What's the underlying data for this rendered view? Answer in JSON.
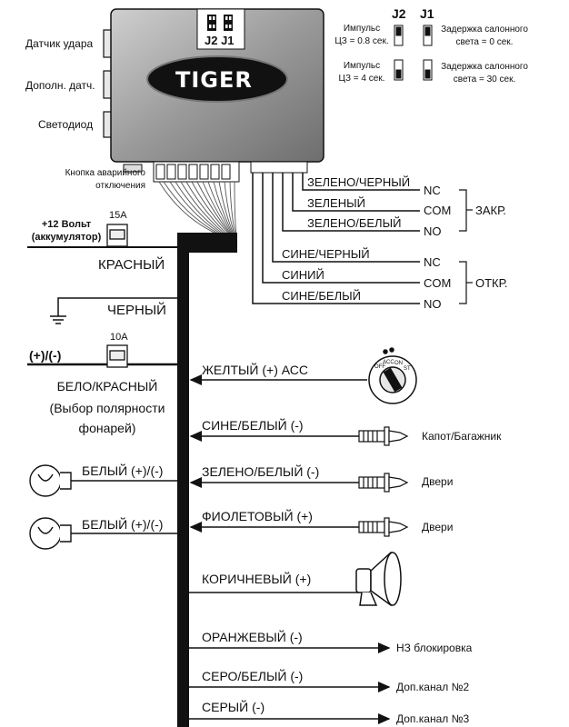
{
  "module": {
    "logo": "TIGER",
    "jumpers_label": "J2 J1",
    "left_ports": [
      "Датчик удара",
      "Дополн. датч.",
      "Светодиод"
    ],
    "emergency_button": [
      "Кнопка аварийного",
      "отключения"
    ]
  },
  "jumper_settings": {
    "header_j2": "J2",
    "header_j1": "J1",
    "pulse_08": [
      "Импульс",
      "ЦЗ = 0.8 сек."
    ],
    "pulse_4": [
      "Импульс",
      "ЦЗ = 4 сек."
    ],
    "delay_0": [
      "Задержка салонного",
      "света = 0 сек."
    ],
    "delay_30": [
      "Задержка салонного",
      "света = 30 сек."
    ]
  },
  "relay_lock": {
    "wires": [
      "ЗЕЛЕНО/ЧЕРНЫЙ",
      "ЗЕЛЕНЫЙ",
      "ЗЕЛЕНО/БЕЛЫЙ"
    ],
    "contacts": [
      "NC",
      "COM",
      "NO"
    ],
    "group": "ЗАКР."
  },
  "relay_unlock": {
    "wires": [
      "СИНЕ/ЧЕРНЫЙ",
      "СИНИЙ",
      "СИНЕ/БЕЛЫЙ"
    ],
    "contacts": [
      "NC",
      "COM",
      "NO"
    ],
    "group": "ОТКР."
  },
  "power": {
    "battery": [
      "+12 Вольт",
      "(аккумулятор)"
    ],
    "fuse_15": "15А",
    "red": "КРАСНЫЙ",
    "black": "ЧЕРНЫЙ",
    "fuse_10": "10А",
    "polarity": "(+)/(-)",
    "white_red": [
      "БЕЛО/КРАСНЫЙ",
      "(Выбор полярности",
      "фонарей)"
    ]
  },
  "lamps": [
    "БЕЛЫЙ (+)/(-)",
    "БЕЛЫЙ (+)/(-)"
  ],
  "inputs": [
    {
      "wire": "ЖЕЛТЫЙ (+) АСС",
      "device": "",
      "ign_labels": [
        "OFF",
        "ACC",
        "ON",
        "ST"
      ]
    },
    {
      "wire": "СИНЕ/БЕЛЫЙ (-)",
      "device": "Капот/Багажник"
    },
    {
      "wire": "ЗЕЛЕНО/БЕЛЫЙ (-)",
      "device": "Двери"
    },
    {
      "wire": "ФИОЛЕТОВЫЙ (+)",
      "device": "Двери"
    }
  ],
  "siren": "КОРИЧНЕВЫЙ (+)",
  "outputs": [
    {
      "wire": "ОРАНЖЕВЫЙ (-)",
      "target": "НЗ блокировка"
    },
    {
      "wire": "СЕРО/БЕЛЫЙ (-)",
      "target": "Доп.канал №2"
    },
    {
      "wire": "СЕРЫЙ (-)",
      "target": "Доп.канал №3"
    }
  ]
}
